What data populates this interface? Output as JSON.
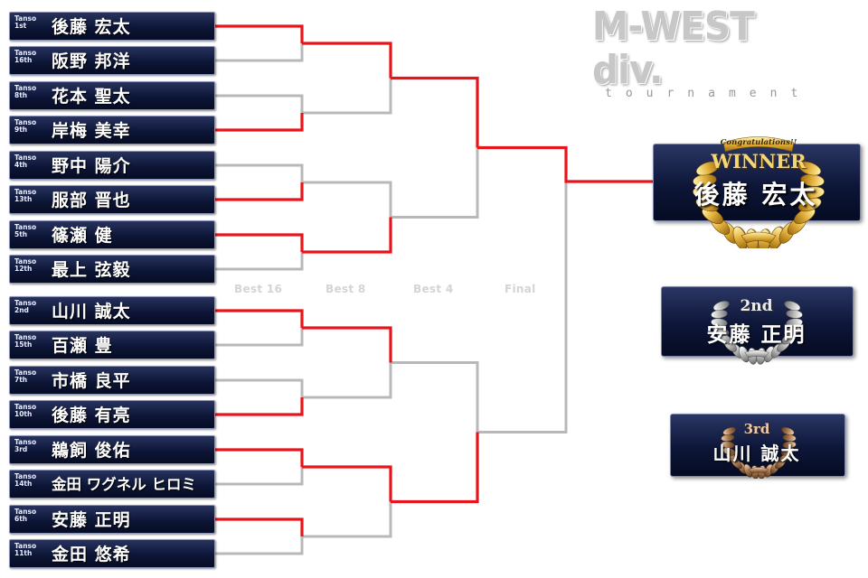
{
  "logo": {
    "title": "M-WEST div.",
    "subtitle": "tournament"
  },
  "colors": {
    "win_line": "#e8141c",
    "lose_line": "#b8b8b8",
    "panel": "#0d1637",
    "gold": "#e0b23c",
    "silver": "#c6c6c6",
    "bronze": "#a97a53"
  },
  "players": [
    {
      "org": "Tanso",
      "seed": "1st",
      "name": "後藤 宏太"
    },
    {
      "org": "Tanso",
      "seed": "16th",
      "name": "阪野 邦洋"
    },
    {
      "org": "Tanso",
      "seed": "8th",
      "name": "花本 聖太"
    },
    {
      "org": "Tanso",
      "seed": "9th",
      "name": "岸梅 美幸"
    },
    {
      "org": "Tanso",
      "seed": "4th",
      "name": "野中 陽介"
    },
    {
      "org": "Tanso",
      "seed": "13th",
      "name": "服部 晋也"
    },
    {
      "org": "Tanso",
      "seed": "5th",
      "name": "篠瀬 健"
    },
    {
      "org": "Tanso",
      "seed": "12th",
      "name": "最上 弦毅"
    },
    {
      "org": "Tanso",
      "seed": "2nd",
      "name": "山川 誠太"
    },
    {
      "org": "Tanso",
      "seed": "15th",
      "name": "百瀬 豊"
    },
    {
      "org": "Tanso",
      "seed": "7th",
      "name": "市橋 良平"
    },
    {
      "org": "Tanso",
      "seed": "10th",
      "name": "後藤 有亮"
    },
    {
      "org": "Tanso",
      "seed": "3rd",
      "name": "鵜飼 俊佑"
    },
    {
      "org": "Tanso",
      "seed": "14th",
      "name": "金田 ワグネル ヒロミ"
    },
    {
      "org": "Tanso",
      "seed": "6th",
      "name": "安藤 正明"
    },
    {
      "org": "Tanso",
      "seed": "11th",
      "name": "金田 悠希"
    }
  ],
  "rounds": {
    "best16": "Best 16",
    "best8": "Best 8",
    "best4": "Best 4",
    "final": "Final"
  },
  "awards": {
    "winner": {
      "banner": "Congratulations!!",
      "label": "WINNER",
      "name": "後藤 宏太"
    },
    "second": {
      "label": "2nd",
      "name": "安藤 正明"
    },
    "third": {
      "label": "3rd",
      "name": "山川 誠太"
    }
  }
}
